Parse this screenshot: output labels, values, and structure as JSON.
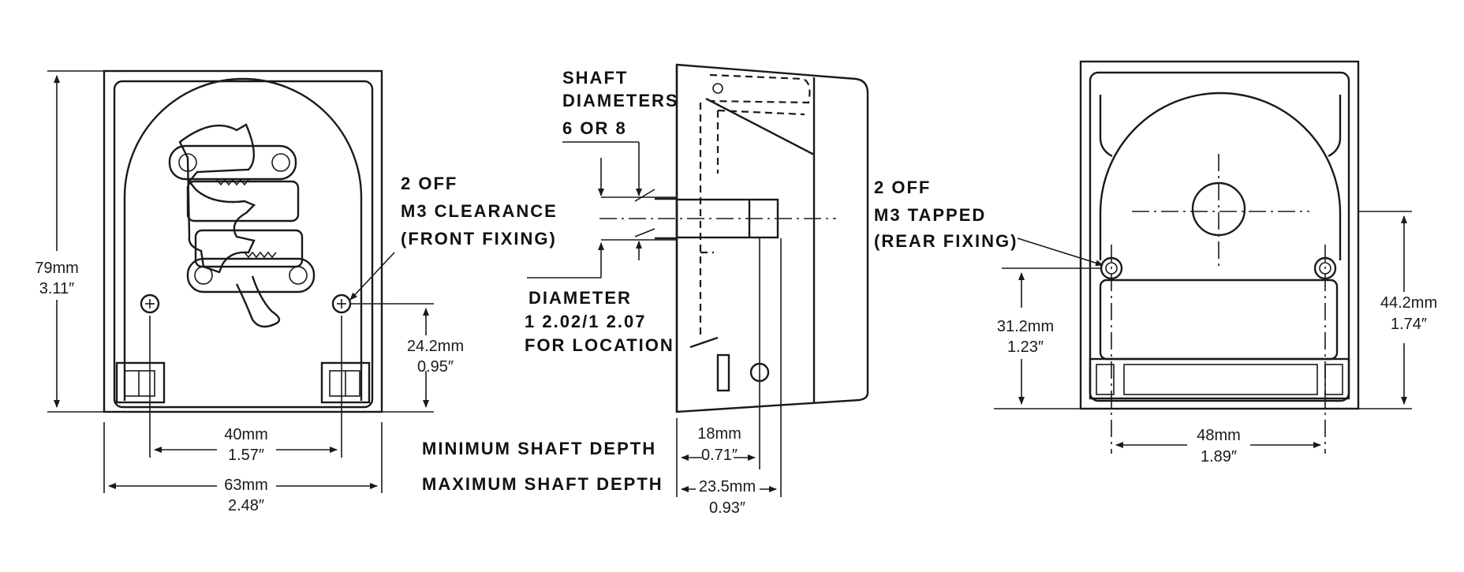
{
  "front_view": {
    "height_mm": "79mm",
    "height_in": "3.11″",
    "hole_height_mm": "24.2mm",
    "hole_height_in": "0.95″",
    "hole_spacing_mm": "40mm",
    "hole_spacing_in": "1.57″",
    "width_mm": "63mm",
    "width_in": "2.48″",
    "note_line1": "2 OFF",
    "note_line2": "M3 CLEARANCE",
    "note_line3": "(FRONT FIXING)"
  },
  "side_view": {
    "shaft_line1": "SHAFT",
    "shaft_line2": "DIAMETERS",
    "shaft_line3": "6 OR 8",
    "diam_line1": "DIAMETER",
    "diam_line2": "1 2.02/1 2.07",
    "diam_line3": "FOR LOCATION",
    "min_label": "MINIMUM SHAFT DEPTH",
    "min_mm": "18mm",
    "min_in": "0.71″",
    "max_label": "MAXIMUM SHAFT DEPTH",
    "max_mm": "23.5mm",
    "max_in": "0.93″"
  },
  "rear_view": {
    "note_line1": "2 OFF",
    "note_line2": "M3  TAPPED",
    "note_line3": "(REAR FIXING)",
    "left_height_mm": "31.2mm",
    "left_height_in": "1.23″",
    "right_height_mm": "44.2mm",
    "right_height_in": "1.74″",
    "hole_spacing_mm": "48mm",
    "hole_spacing_in": "1.89″"
  }
}
